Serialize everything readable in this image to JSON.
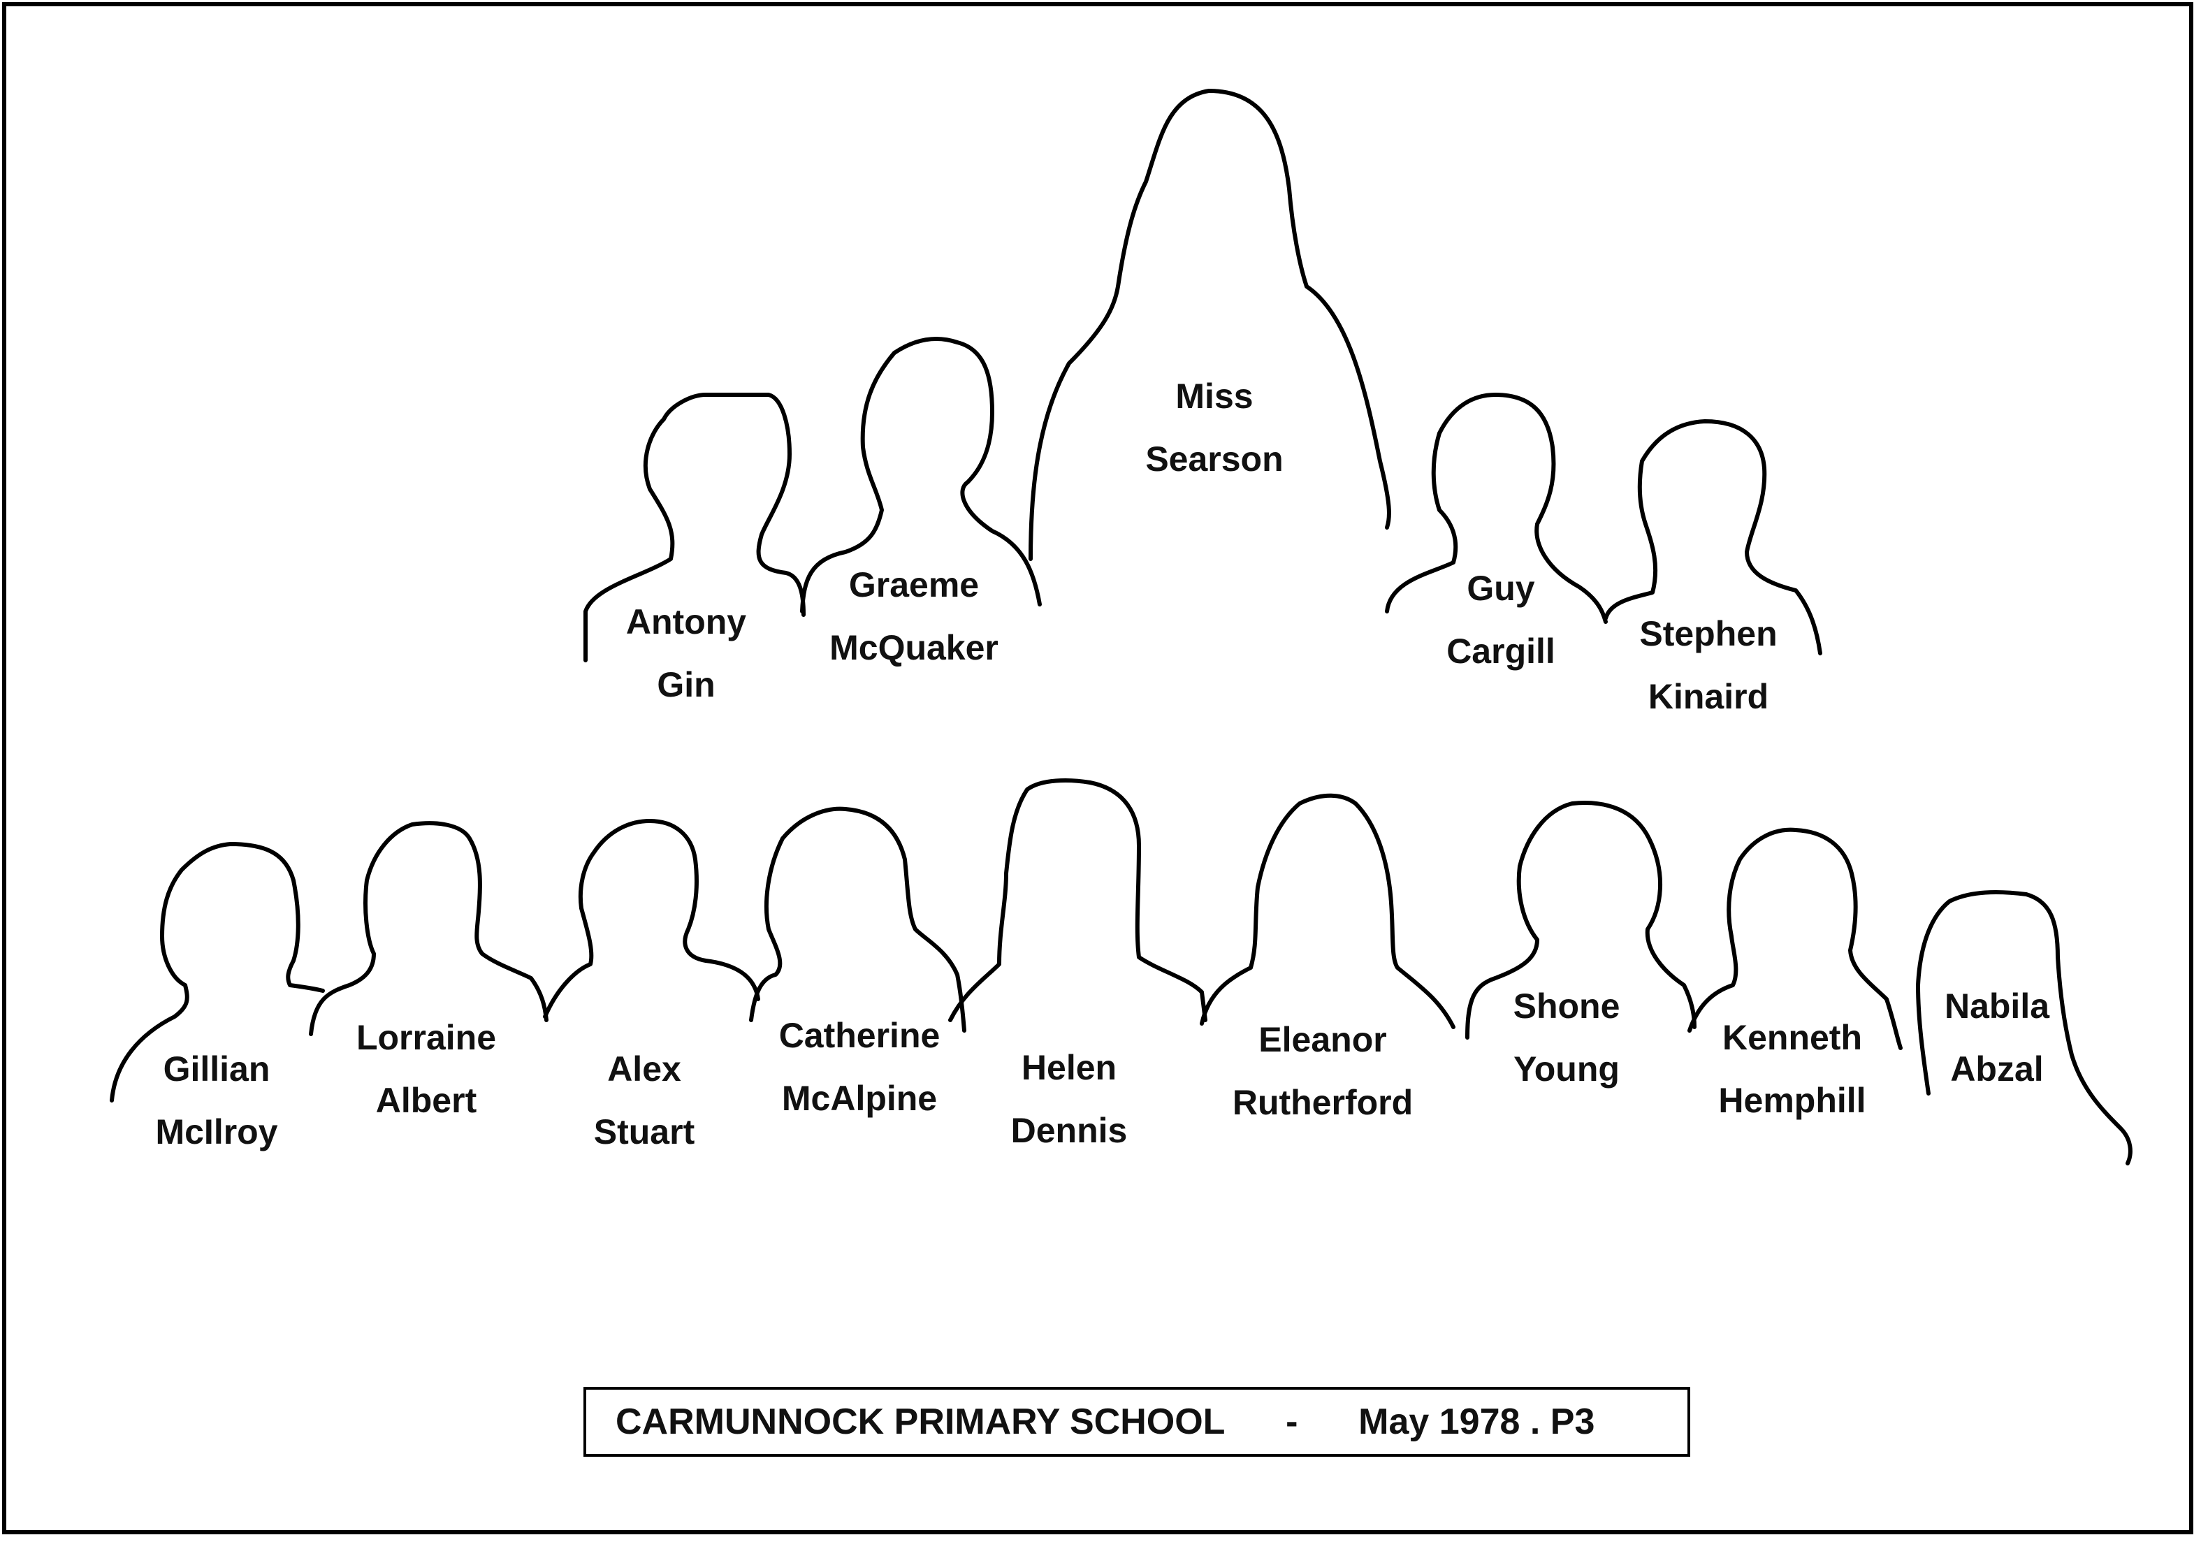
{
  "people": [
    {
      "first": "Miss",
      "last": "Searson"
    },
    {
      "first": "Antony",
      "last": "Gin"
    },
    {
      "first": "Graeme",
      "last": "McQuaker"
    },
    {
      "first": "Guy",
      "last": "Cargill"
    },
    {
      "first": "Stephen",
      "last": "Kinaird"
    },
    {
      "first": "Gillian",
      "last": "McIlroy"
    },
    {
      "first": "Lorraine",
      "last": "Albert"
    },
    {
      "first": "Alex",
      "last": "Stuart"
    },
    {
      "first": "Catherine",
      "last": "McAlpine"
    },
    {
      "first": "Helen",
      "last": "Dennis"
    },
    {
      "first": "Eleanor",
      "last": "Rutherford"
    },
    {
      "first": "Shone",
      "last": "Young"
    },
    {
      "first": "Kenneth",
      "last": "Hemphill"
    },
    {
      "first": "Nabila",
      "last": "Abzal"
    }
  ],
  "caption": {
    "school": "CARMUNNOCK PRIMARY SCHOOL",
    "separator": "-",
    "date": "May 1978 . P3"
  }
}
